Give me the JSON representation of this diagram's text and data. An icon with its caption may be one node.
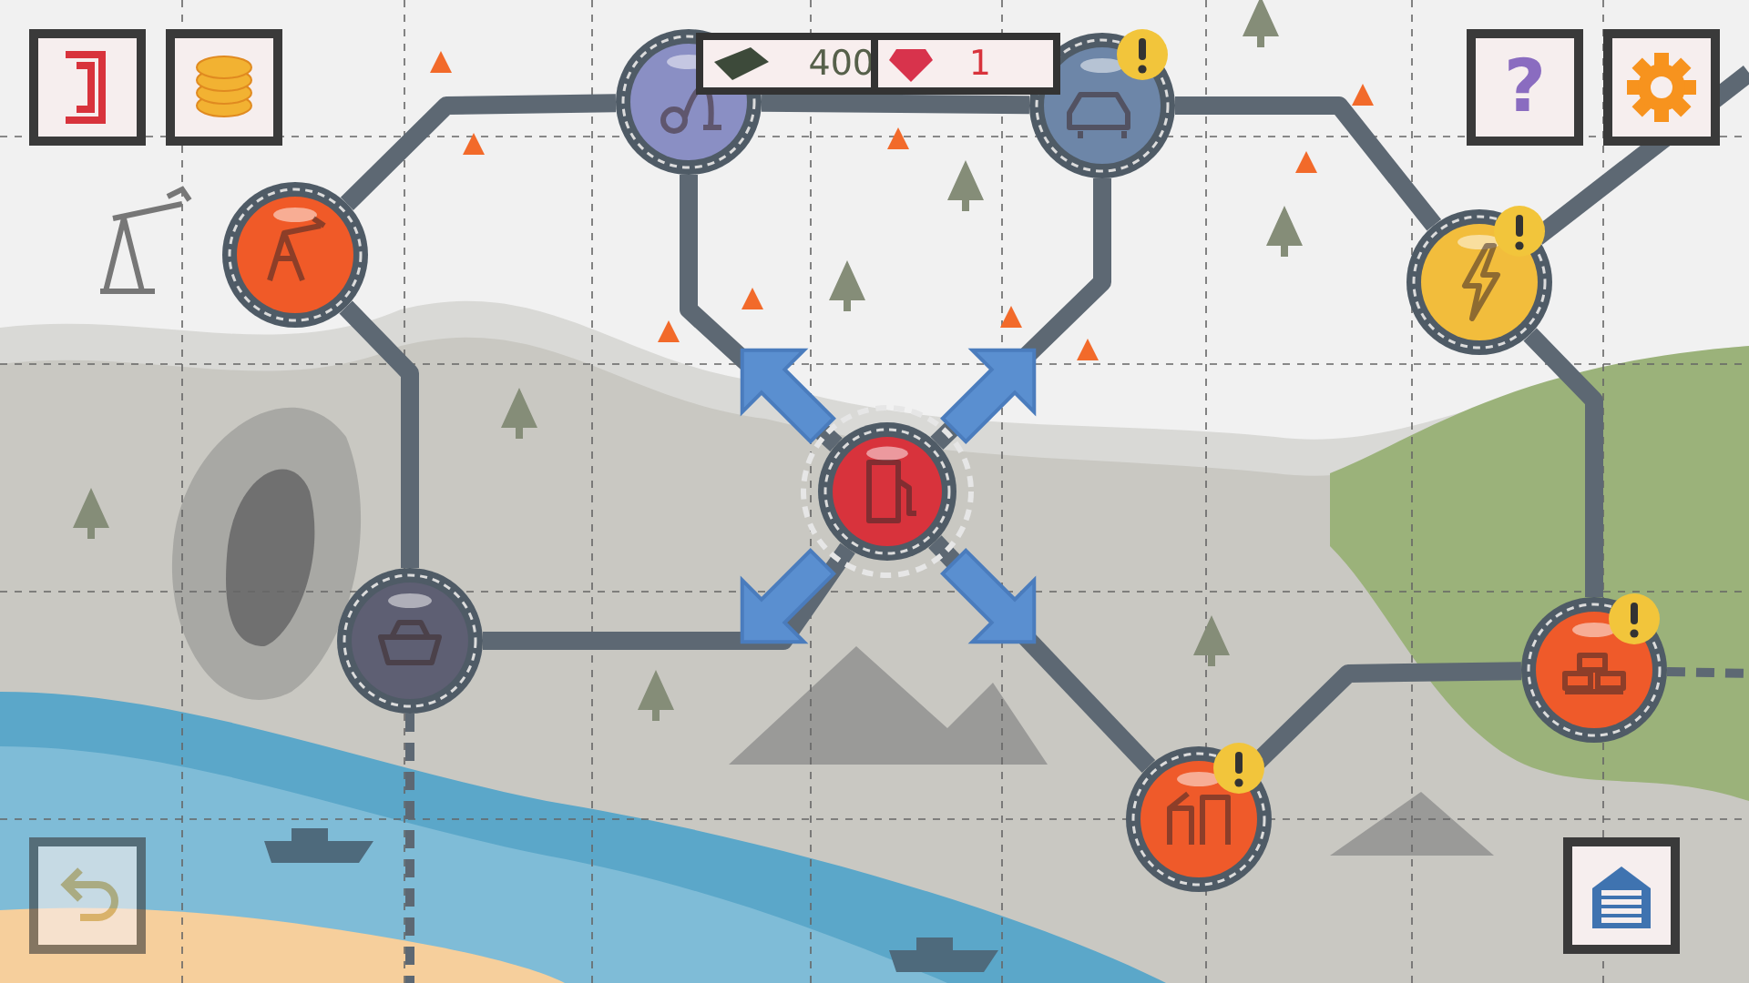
{
  "diagram": {
    "nodes": [
      {
        "text": [],
        "shape": "circle"
      },
      {
        "text": [],
        "shape": "circle"
      },
      {
        "text": [],
        "shape": "circle"
      },
      {
        "text": [],
        "shape": "circle"
      },
      {
        "text": [],
        "shape": "circle"
      },
      {
        "text": [],
        "shape": "circle"
      },
      {
        "text": [],
        "shape": "circle"
      },
      {
        "text": [],
        "shape": "circle"
      }
    ],
    "edges": [
      {
        "from": 0,
        "to": 1,
        "arrow": "none"
      },
      {
        "from": 1,
        "to": 2,
        "arrow": "none"
      },
      {
        "from": 2,
        "to": 3,
        "arrow": "none"
      },
      {
        "from": 3,
        "to": null,
        "arrow": "none"
      },
      {
        "from": 0,
        "to": 4,
        "arrow": "none"
      },
      {
        "from": 4,
        "to": 5,
        "arrow": "none"
      },
      {
        "from": 1,
        "to": 5,
        "arrow": "none"
      },
      {
        "from": 2,
        "to": 5,
        "arrow": "none"
      },
      {
        "from": 5,
        "to": 6,
        "arrow": "none"
      },
      {
        "from": 6,
        "to": 7,
        "arrow": "none"
      },
      {
        "from": 3,
        "to": 7,
        "arrow": "none"
      },
      {
        "from": 7,
        "to": null,
        "arrow": "none",
        "style": "dashed"
      },
      {
        "from": 4,
        "to": null,
        "arrow": "none",
        "style": "dashed"
      }
    ],
    "labels": [
      "400",
      "1",
      "?"
    ]
  }
}
